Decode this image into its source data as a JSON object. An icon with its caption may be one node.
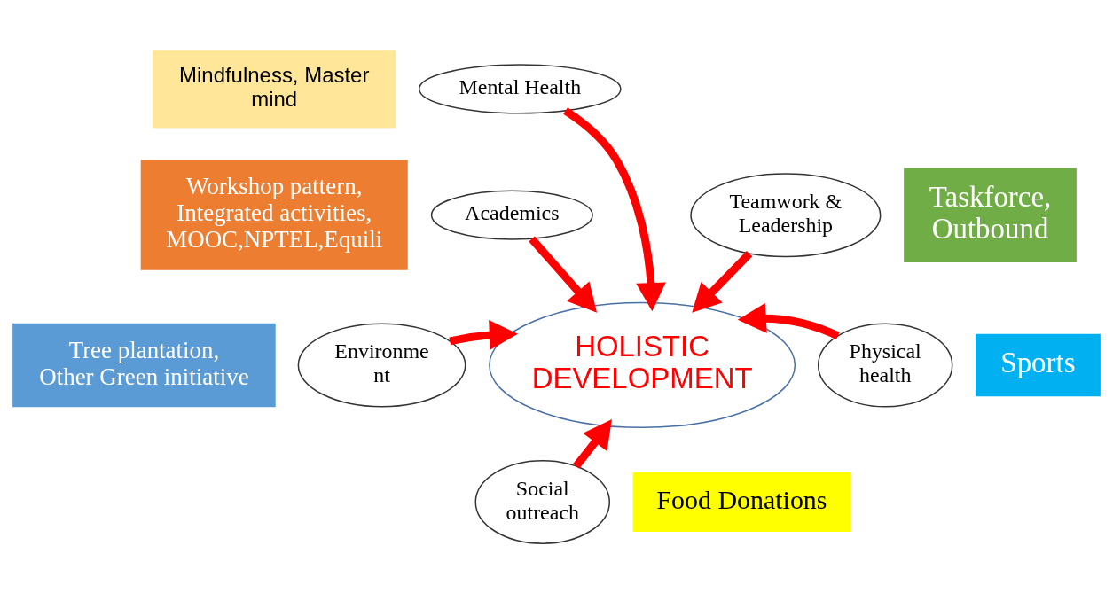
{
  "diagram": {
    "nodes": [
      {
        "text": [
          "Mindfulness, Master mind"
        ]
      },
      {
        "text": [
          "Mental Health"
        ]
      },
      {
        "text": [
          "Workshop pattern, Integrated activities, MOOC,NPTEL,Equili"
        ]
      },
      {
        "text": [
          "Academics"
        ]
      },
      {
        "text": [
          "Teamwork & Leadership"
        ]
      },
      {
        "text": [
          "Taskforce, Outbound"
        ]
      },
      {
        "text": [
          "HOLISTIC DEVELOPMENT"
        ]
      },
      {
        "text": [
          "Tree plantation,",
          "Other Green initiative"
        ]
      },
      {
        "text": [
          "Environme nt"
        ]
      },
      {
        "text": [
          "Physical health"
        ]
      },
      {
        "text": [
          "Sports"
        ]
      },
      {
        "text": [
          "Social outreach"
        ]
      },
      {
        "text": [
          "Food Donations"
        ]
      }
    ],
    "edges": [
      {
        "from": 3,
        "to": 6,
        "arrow": "to"
      },
      {
        "from": 1,
        "to": 6,
        "arrow": "to"
      },
      {
        "from": 4,
        "to": 6,
        "arrow": "to"
      },
      {
        "from": 8,
        "to": 6,
        "arrow": "to"
      },
      {
        "from": 11,
        "to": 6,
        "arrow": "to"
      },
      {
        "from": 9,
        "to": 6,
        "arrow": "to"
      }
    ]
  }
}
